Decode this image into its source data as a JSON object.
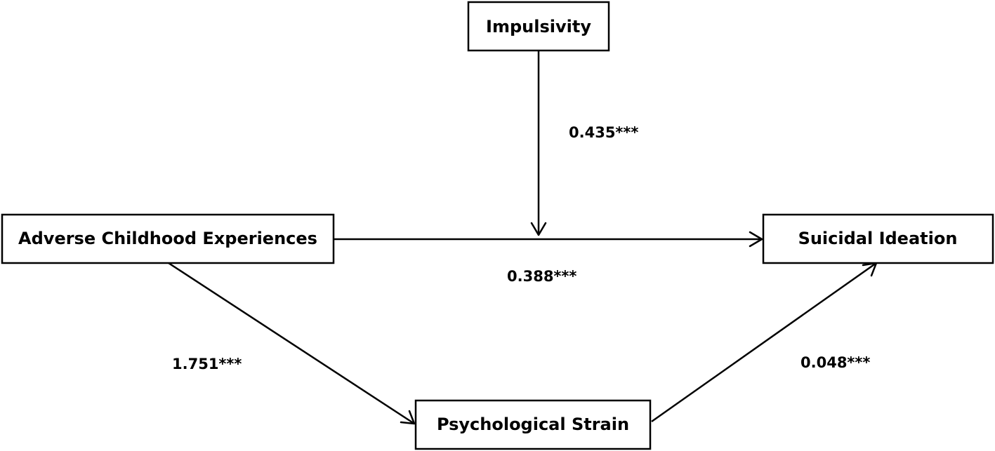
{
  "nodes": {
    "impulsivity": "Impulsivity",
    "adverse_childhood_experiences": "Adverse Childhood Experiences",
    "suicidal_ideation": "Suicidal Ideation",
    "psychological_strain": "Psychological Strain"
  },
  "paths": {
    "impulsivity_moderation": "0.435***",
    "ace_to_suicidal_ideation": "0.388***",
    "ace_to_psychological_strain": "1.751***",
    "psychological_strain_to_suicidal_ideation": "0.048***"
  }
}
